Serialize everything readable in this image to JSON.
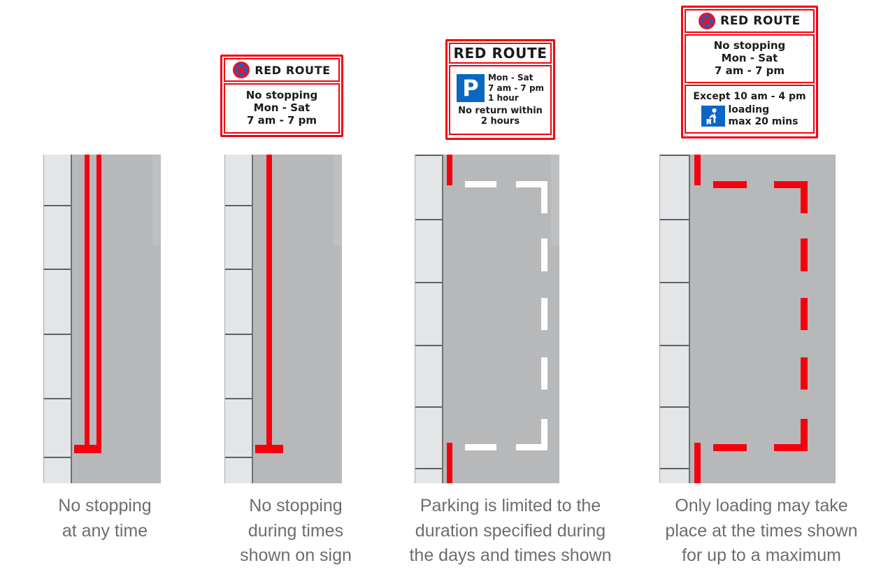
{
  "page": {
    "background_color": "#ffffff",
    "road_color": "#b6b8ba",
    "pavement_color": "#e3e5e7",
    "kerb_color": "#6e7073",
    "marking_red": "#f5000f",
    "marking_white": "#ffffff",
    "sign_border_color": "#f5000f",
    "sign_text_color": "#1b1b1b",
    "roundel_blue": "#0b67c2",
    "roundel_red": "#e8112d",
    "caption_color": "#6b6e71"
  },
  "columns": [
    {
      "id": "no-stopping-any-time",
      "sign": null,
      "markings": {
        "type": "double-red-line",
        "description": "Two continuous red lines along the carriageway with a transverse red bar at the end"
      },
      "caption": "No stopping\nat any time"
    },
    {
      "id": "no-stopping-during-times",
      "sign": {
        "panels": [
          {
            "kind": "header",
            "icon": "no-stopping-roundel-icon",
            "title": "RED ROUTE"
          },
          {
            "kind": "text",
            "lines": [
              "No stopping",
              "Mon - Sat",
              "7 am - 7 pm"
            ]
          }
        ]
      },
      "markings": {
        "type": "single-red-line",
        "description": "One continuous red line along the carriageway with a transverse red bar at the end"
      },
      "caption": "No stopping\nduring times\nshown on sign"
    },
    {
      "id": "limited-parking-bay",
      "sign": {
        "panels": [
          {
            "kind": "header-plain",
            "title": "RED ROUTE"
          },
          {
            "kind": "pictogram",
            "icon": "parking-p-icon",
            "icon_letter": "P",
            "icon_lines": [
              "Mon - Sat",
              "7 am - 7 pm",
              "1 hour"
            ],
            "below_lines": [
              "No return within",
              "2 hours"
            ]
          }
        ]
      },
      "markings": {
        "type": "white-dashed-parking-bay",
        "description": "White broken bay box with short red ticks at the kerb at each end"
      },
      "caption": "Parking is limited to the\nduration specified during\nthe days and times shown"
    },
    {
      "id": "loading-bay",
      "sign": {
        "panels": [
          {
            "kind": "header",
            "icon": "no-stopping-roundel-icon",
            "title": "RED ROUTE"
          },
          {
            "kind": "text",
            "lines": [
              "No stopping",
              "Mon - Sat",
              "7 am - 7 pm"
            ]
          },
          {
            "kind": "pictogram-loading",
            "heading": "Except 10 am - 4 pm",
            "icon": "loading-trolley-icon",
            "icon_lines": [
              "loading",
              "max 20 mins"
            ]
          }
        ]
      },
      "markings": {
        "type": "red-dashed-loading-bay",
        "description": "Red broken bay box with red ticks at the kerb at each end"
      },
      "caption": "Only loading may take\nplace at the times shown\nfor up to a maximum"
    }
  ]
}
